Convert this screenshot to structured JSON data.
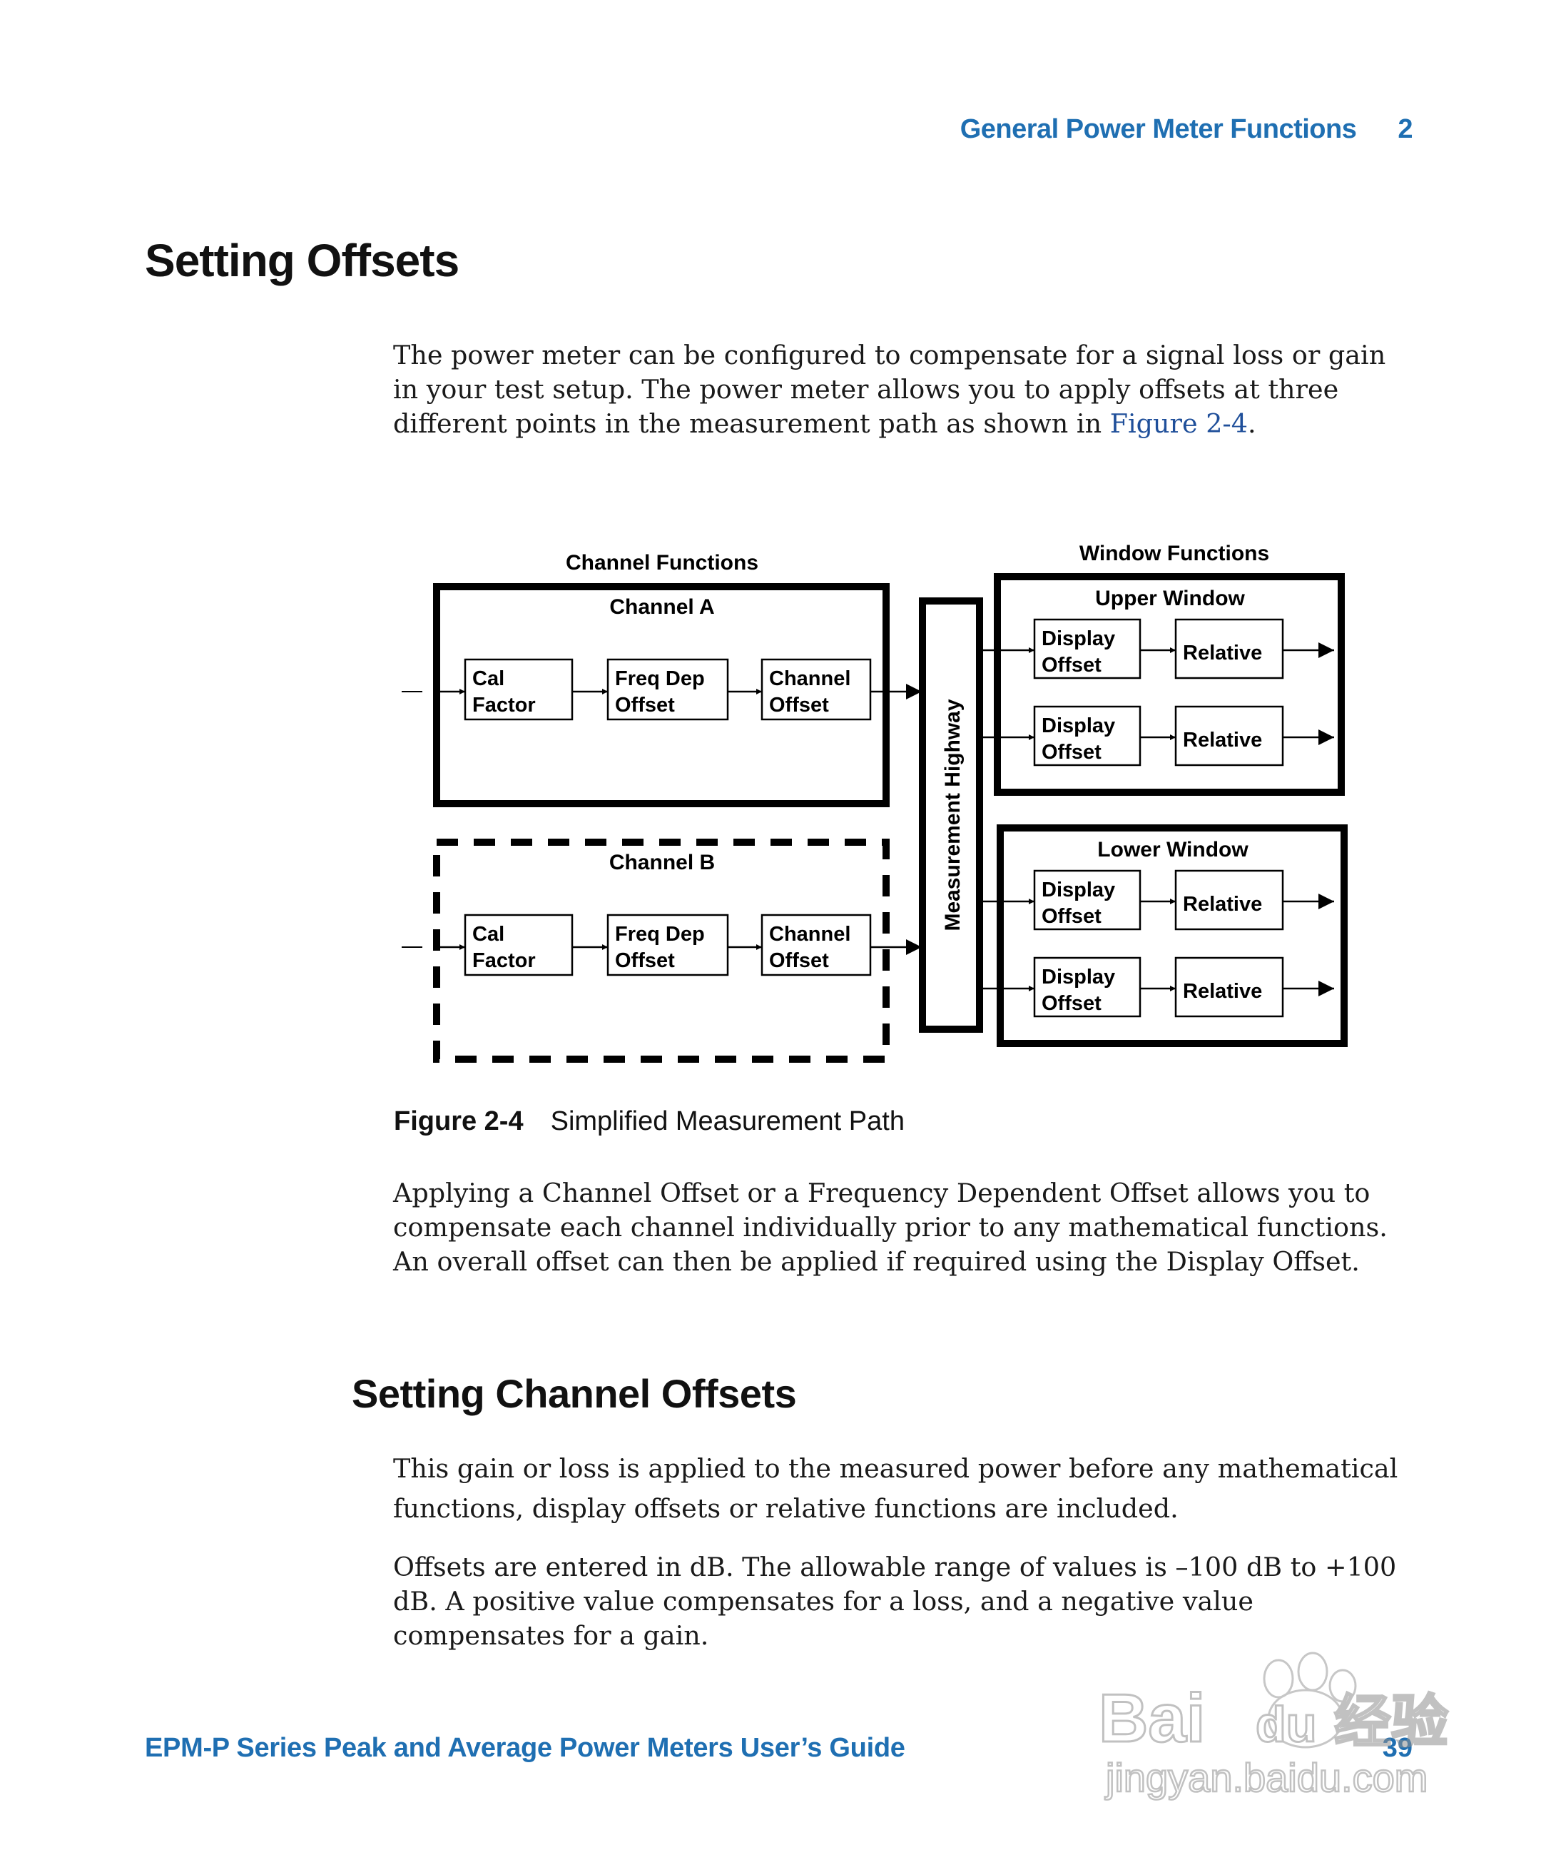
{
  "running_head": {
    "section": "General Power Meter Functions",
    "chapter": "2"
  },
  "heading": "Setting Offsets",
  "intro": {
    "text_before_link": "The power meter can be configured to compensate for a signal loss or gain in your test setup. The power meter allows you to apply offsets at three different points in the measurement path as shown in ",
    "link": "Figure 2-4",
    "text_after_link": "."
  },
  "diagram": {
    "channel_functions_label": "Channel Functions",
    "window_functions_label": "Window Functions",
    "highway_label": "Measurement Highway",
    "channels": [
      {
        "title": "Channel A",
        "blocks": [
          [
            "Cal",
            "Factor"
          ],
          [
            "Freq Dep",
            "Offset"
          ],
          [
            "Channel",
            "Offset"
          ]
        ]
      },
      {
        "title": "Channel B",
        "blocks": [
          [
            "Cal",
            "Factor"
          ],
          [
            "Freq Dep",
            "Offset"
          ],
          [
            "Channel",
            "Offset"
          ]
        ]
      }
    ],
    "windows": [
      {
        "title": "Upper Window",
        "rows": [
          {
            "display": [
              "Display",
              "Offset"
            ],
            "relative": "Relative"
          },
          {
            "display": [
              "Display",
              "Offset"
            ],
            "relative": "Relative"
          }
        ]
      },
      {
        "title": "Lower Window",
        "rows": [
          {
            "display": [
              "Display",
              "Offset"
            ],
            "relative": "Relative"
          },
          {
            "display": [
              "Display",
              "Offset"
            ],
            "relative": "Relative"
          }
        ]
      }
    ]
  },
  "caption": {
    "number": "Figure 2-4",
    "text": "Simplified Measurement Path"
  },
  "paragraph_2": "Applying a Channel Offset or a Frequency Dependent Offset allows you to compensate each channel individually prior to any mathematical functions. An overall offset can then be applied if required using the Display Offset.",
  "subheading": "Setting Channel Offsets",
  "paragraph_3": "This gain or loss is applied to the measured power before any mathematical functions, display offsets or relative functions are included.",
  "paragraph_4": "Offsets are entered in dB. The allowable range of values is –100 dB to +100 dB. A positive value compensates for a loss, and a negative value compensates for a gain.",
  "footer": {
    "title": "EPM-P Series Peak and Average Power Meters User’s Guide",
    "page": "39"
  },
  "watermark": {
    "brand": "Bai du 经验",
    "url": "jingyan.baidu.com"
  }
}
